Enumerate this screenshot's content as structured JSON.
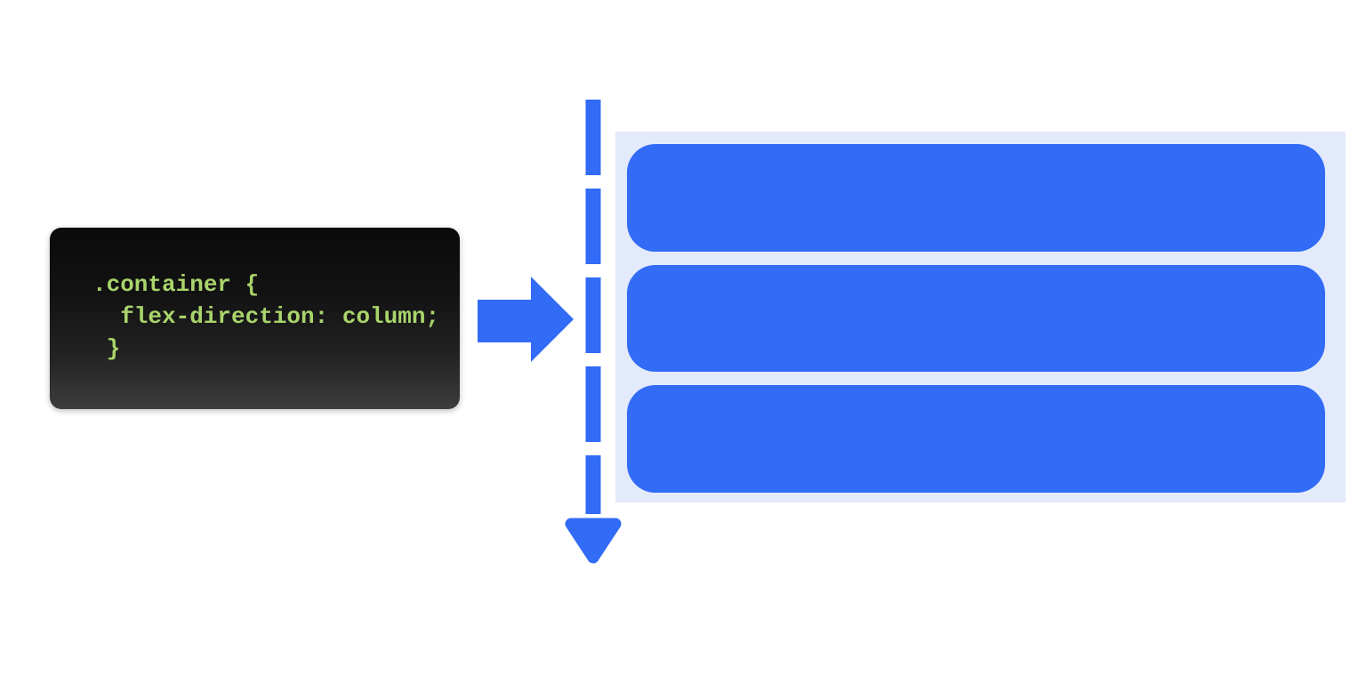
{
  "diagram": {
    "code_block": {
      "lines": [
        ".container {",
        "  flex-direction: column;",
        " }"
      ],
      "text_color": "#a9d46b",
      "bg_top": "#0a0a0a",
      "bg_bottom": "#3d3d3d"
    },
    "icons": {
      "right_arrow": "right-arrow-icon",
      "down_arrow": "down-arrow-dashed-icon"
    },
    "flex_container": {
      "bg_color": "#e3eafc",
      "item_color": "#316bf6",
      "item_count": 3
    }
  },
  "colors": {
    "accent_blue": "#316bf6",
    "container_bg": "#e3eafc",
    "code_green": "#a9d46b",
    "page_bg": "#ffffff"
  }
}
